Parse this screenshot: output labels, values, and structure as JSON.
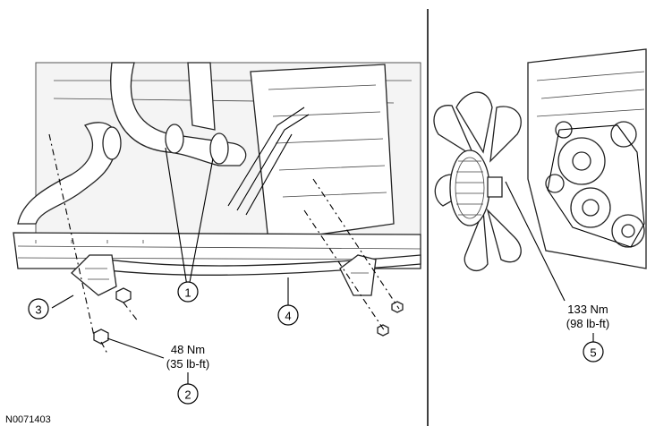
{
  "figure_code": "N0071403",
  "callouts": [
    {
      "id": "callout-1",
      "number": "1"
    },
    {
      "id": "callout-2",
      "number": "2"
    },
    {
      "id": "callout-3",
      "number": "3"
    },
    {
      "id": "callout-4",
      "number": "4"
    },
    {
      "id": "callout-5",
      "number": "5"
    }
  ],
  "torque_specs": [
    {
      "metric": "48 Nm",
      "imperial": "(35 lb-ft)"
    },
    {
      "metric": "133 Nm",
      "imperial": "(98 lb-ft)"
    }
  ]
}
